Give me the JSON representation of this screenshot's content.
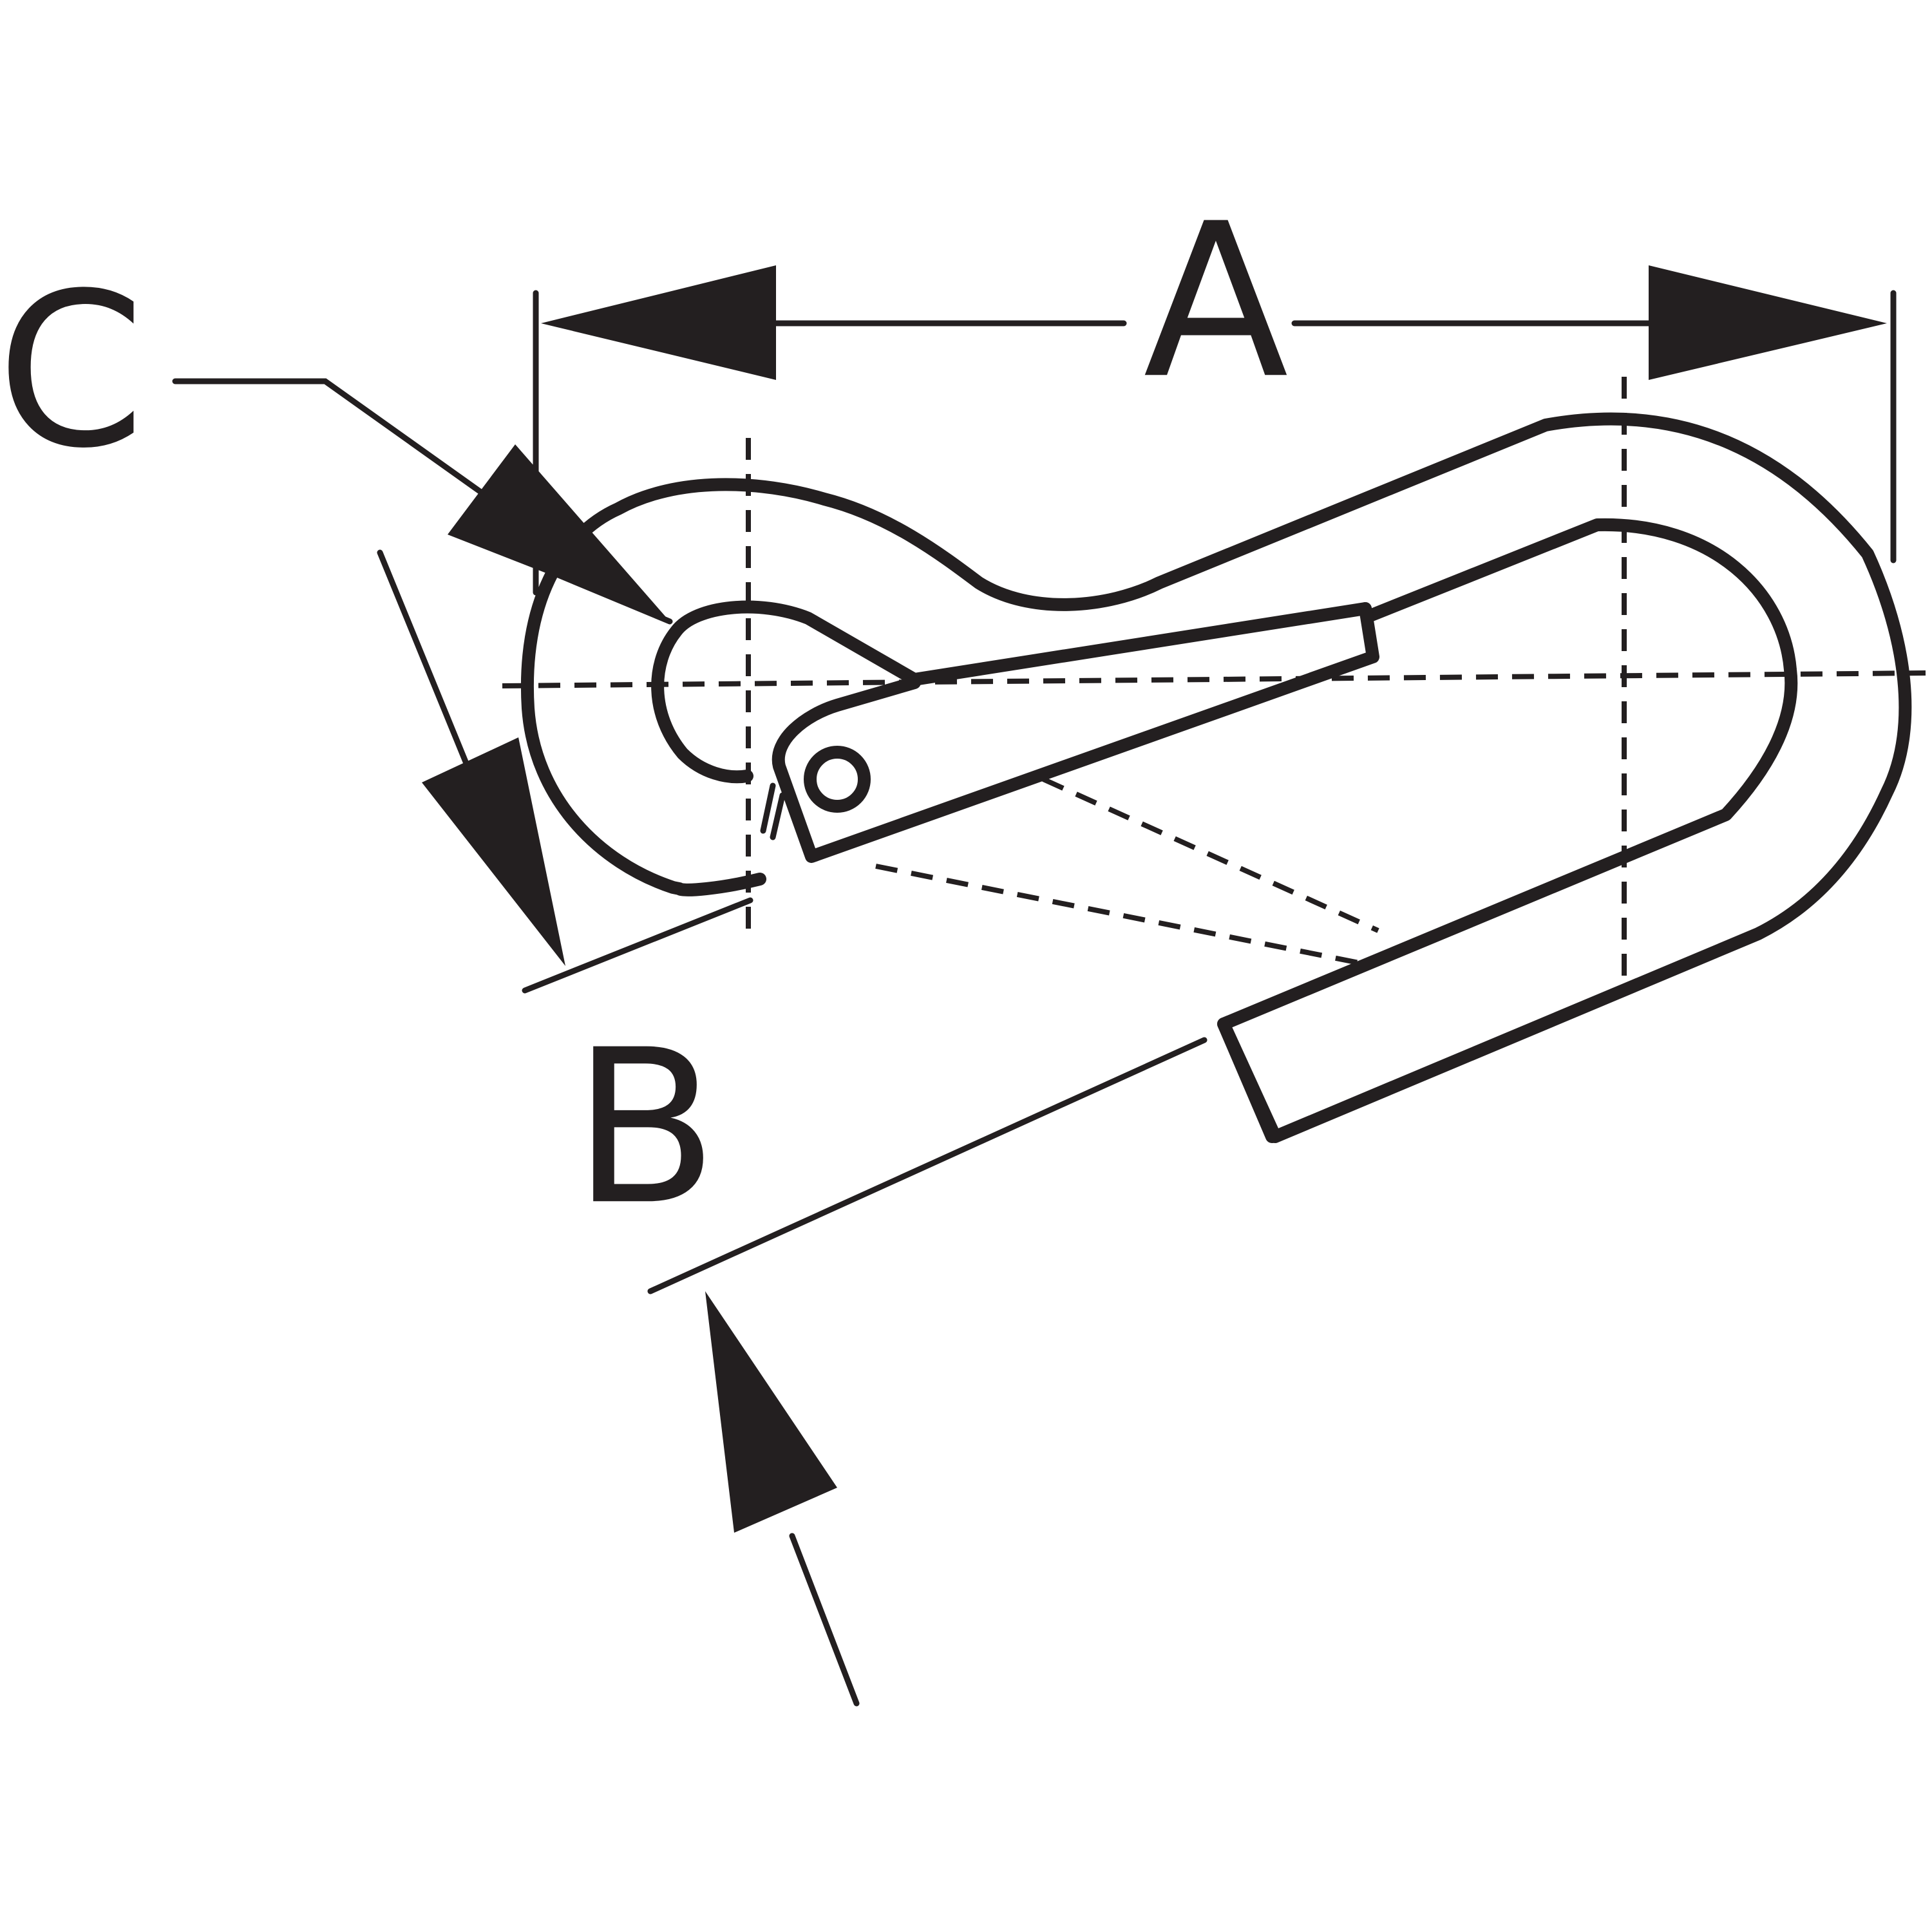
{
  "diagram": {
    "labels": {
      "length": "A",
      "gate_opening": "B",
      "eye_diameter": "C"
    },
    "colors": {
      "ink": "#231f20",
      "background": "#ffffff"
    }
  }
}
